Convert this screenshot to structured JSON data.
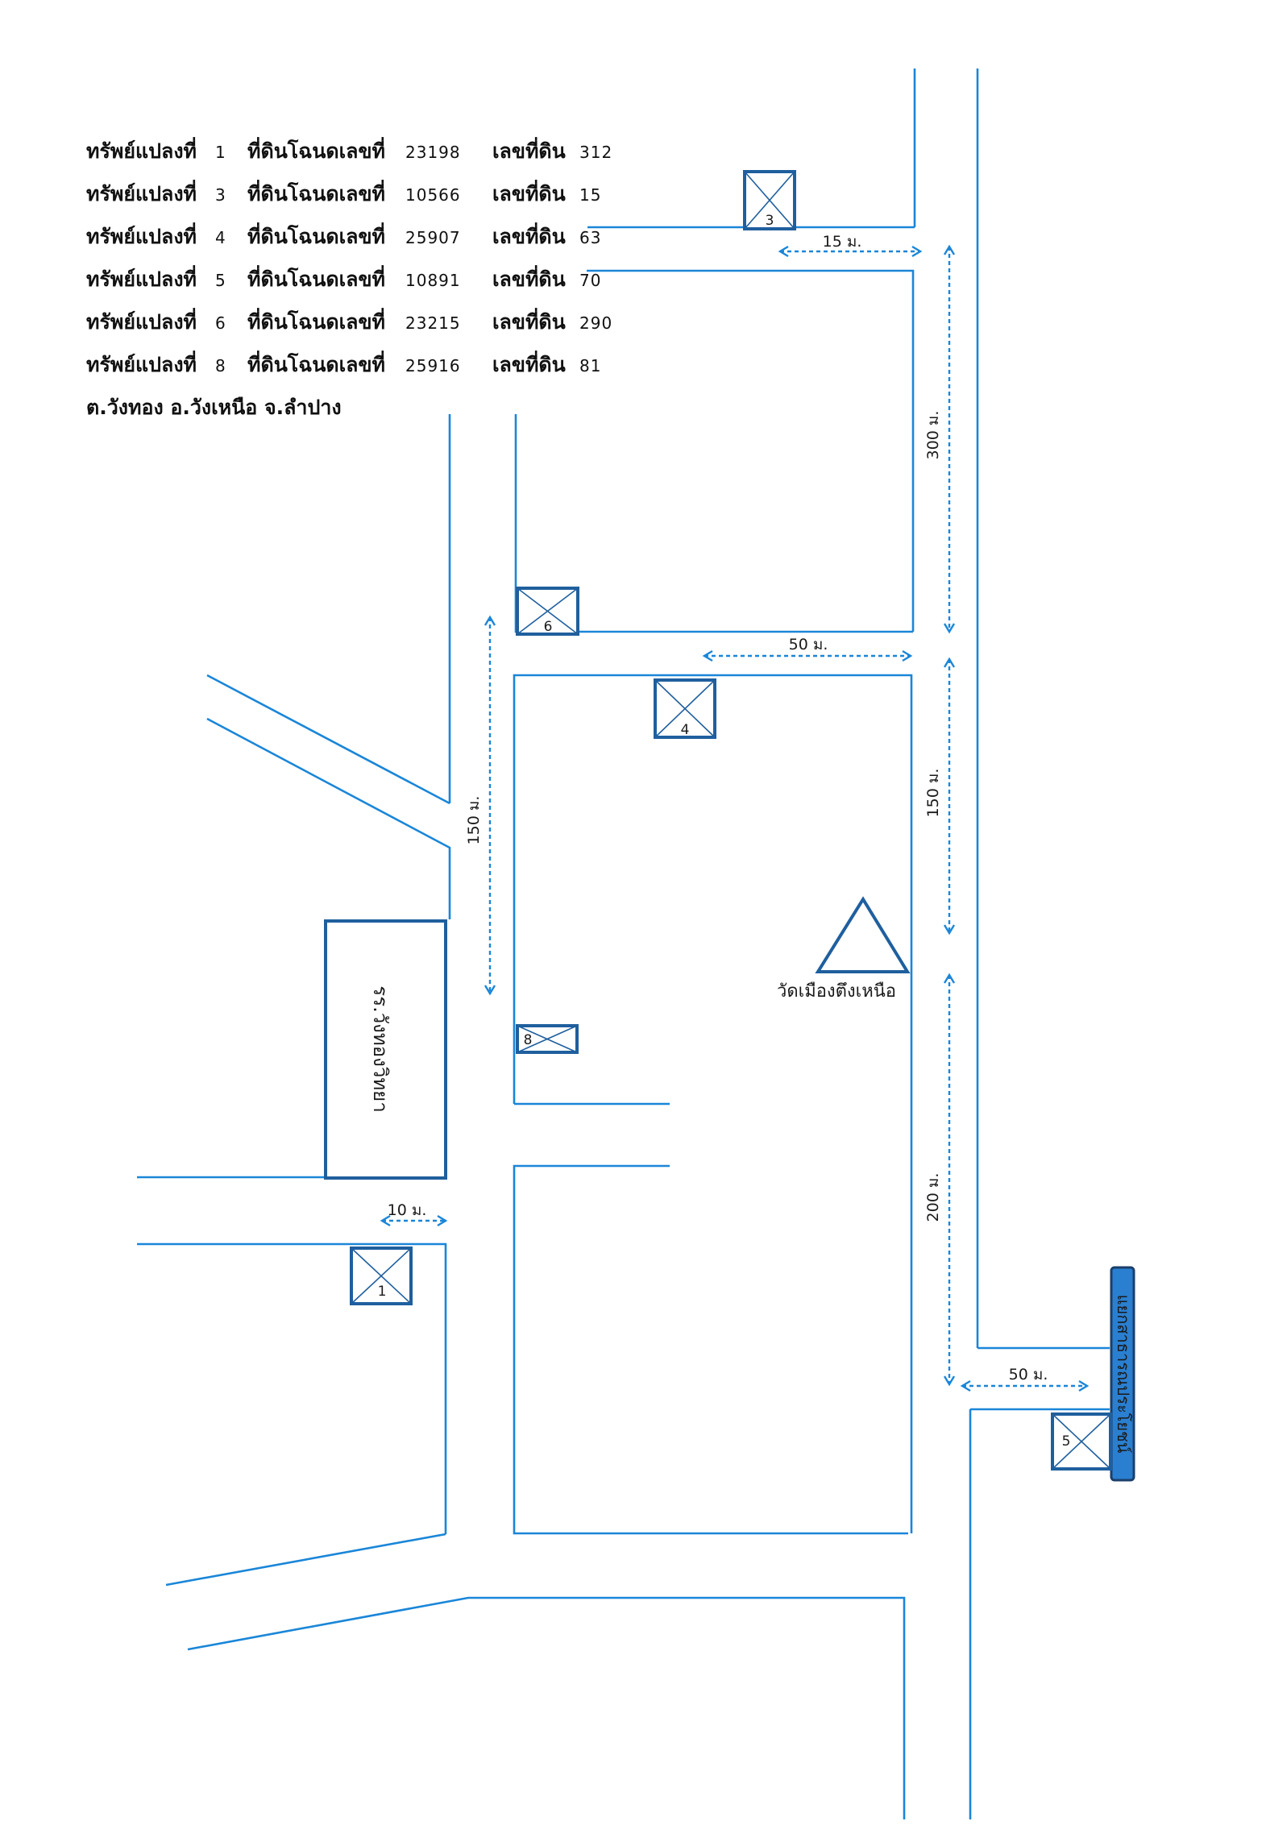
{
  "legend": {
    "rows": [
      {
        "parcel_label": "ทรัพย์แปลงที่",
        "parcel_no": "1",
        "deed_label": "ที่ดินโฉนดเลขที่",
        "deed_no": "23198",
        "land_label": "เลขที่ดิน",
        "land_no": "312"
      },
      {
        "parcel_label": "ทรัพย์แปลงที่",
        "parcel_no": "3",
        "deed_label": "ที่ดินโฉนดเลขที่",
        "deed_no": "10566",
        "land_label": "เลขที่ดิน",
        "land_no": "15"
      },
      {
        "parcel_label": "ทรัพย์แปลงที่",
        "parcel_no": "4",
        "deed_label": "ที่ดินโฉนดเลขที่",
        "deed_no": "25907",
        "land_label": "เลขที่ดิน",
        "land_no": "63"
      },
      {
        "parcel_label": "ทรัพย์แปลงที่",
        "parcel_no": "5",
        "deed_label": "ที่ดินโฉนดเลขที่",
        "deed_no": "10891",
        "land_label": "เลขที่ดิน",
        "land_no": "70"
      },
      {
        "parcel_label": "ทรัพย์แปลงที่",
        "parcel_no": "6",
        "deed_label": "ที่ดินโฉนดเลขที่",
        "deed_no": "23215",
        "land_label": "เลขที่ดิน",
        "land_no": "290"
      },
      {
        "parcel_label": "ทรัพย์แปลงที่",
        "parcel_no": "8",
        "deed_label": "ที่ดินโฉนดเลขที่",
        "deed_no": "25916",
        "land_label": "เลขที่ดิน",
        "land_no": "81"
      }
    ],
    "location": "ต.วังทอง  อ.วังเหนือ  จ.ลำปาง"
  },
  "map": {
    "colors": {
      "road": "#1a86d8",
      "parcel": "#1f5f9e",
      "text": "#1a1a1a"
    },
    "parcels": [
      {
        "label": "1",
        "icon": "crossed-box-icon"
      },
      {
        "label": "3",
        "icon": "crossed-box-icon"
      },
      {
        "label": "4",
        "icon": "crossed-box-icon"
      },
      {
        "label": "5",
        "icon": "crossed-box-icon"
      },
      {
        "label": "6",
        "icon": "crossed-box-icon"
      },
      {
        "label": "8",
        "icon": "crossed-box-icon"
      }
    ],
    "distances": [
      {
        "label": "15 ม."
      },
      {
        "label": "300 ม."
      },
      {
        "label": "50 ม."
      },
      {
        "label": "150 ม."
      },
      {
        "label": "150 ม."
      },
      {
        "label": "200 ม."
      },
      {
        "label": "10 ม."
      },
      {
        "label": "50 ม."
      }
    ],
    "landmarks": {
      "temple": {
        "label": "วัดเมืองตึงเหนือ",
        "icon": "triangle-icon"
      },
      "school": {
        "label": "รร.วังทองวิทยา"
      },
      "junction": {
        "label": "แยกสาธารณประโยชน์"
      }
    }
  }
}
